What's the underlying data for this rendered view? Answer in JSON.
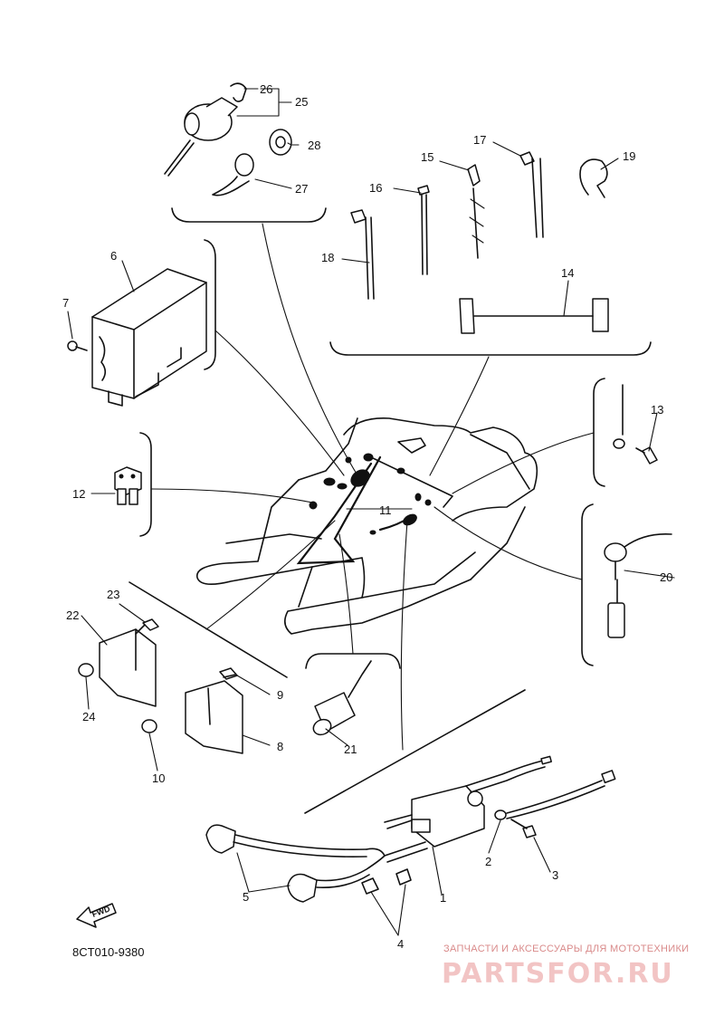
{
  "diagram": {
    "callouts": {
      "c1": "1",
      "c2": "2",
      "c3": "3",
      "c4": "4",
      "c5": "5",
      "c6": "6",
      "c7": "7",
      "c8": "8",
      "c9": "9",
      "c10": "10",
      "c11": "11",
      "c12": "12",
      "c13": "13",
      "c14": "14",
      "c15": "15",
      "c16": "16",
      "c17": "17",
      "c18": "18",
      "c19": "19",
      "c20": "20",
      "c21": "21",
      "c22": "22",
      "c23": "23",
      "c24": "24",
      "c25": "25",
      "c26": "26",
      "c27": "27",
      "c28": "28"
    },
    "fwd_arrow_label": "FWD",
    "drawing_code": "8CT010-9380"
  },
  "watermark": {
    "tagline": "ЗАПЧАСТИ И АКСЕССУАРЫ ДЛЯ МОТОТЕХНИКИ",
    "brand": "PARTSFOR.RU"
  },
  "colors": {
    "line": "#111111",
    "watermark_tagline": "#d98a8a",
    "watermark_brand": "#f2c4c4"
  }
}
